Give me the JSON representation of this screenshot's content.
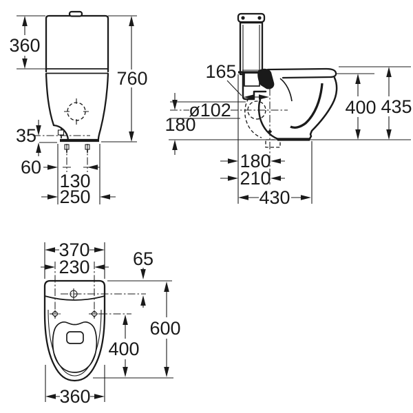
{
  "meta": {
    "drawing_kind": "dimensioned technical drawing, three orthographic views",
    "line_color": "#1a1a1a",
    "background": "#ffffff"
  },
  "front_view": {
    "cistern_height": "360",
    "overall_height": "760",
    "inlet_height": "35",
    "fixing_offset": "60",
    "fixing_spacing": "130",
    "base_width": "250"
  },
  "side_view": {
    "back_to_fixing": "165",
    "outlet_diameter": "ø102",
    "outlet_height": "180",
    "rim_height": "400",
    "seat_height": "435",
    "wall_to_trap": "180",
    "wall_to_trap_vertical": "210",
    "overall_depth": "430"
  },
  "top_view": {
    "cistern_width": "370",
    "fixing_spacing": "230",
    "inlet_setback": "65",
    "overall_length": "600",
    "fixing_to_front": "400",
    "bowl_width": "360"
  }
}
